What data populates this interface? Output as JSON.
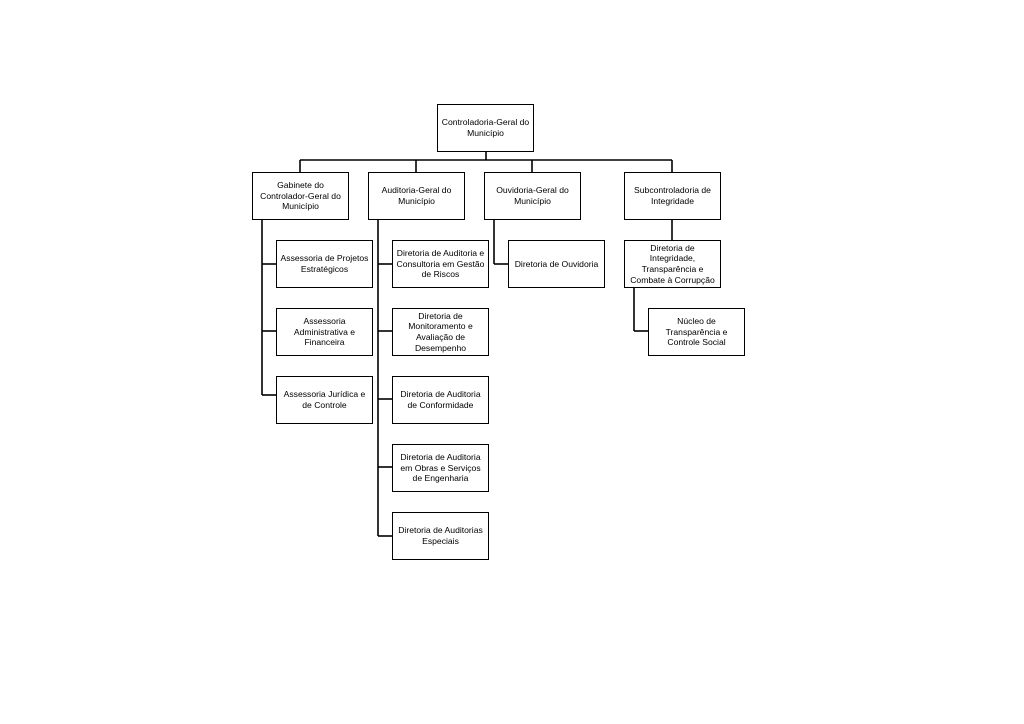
{
  "org": {
    "root": "Controladoria-Geral do Município",
    "gabinete": "Gabinete do Controlador-Geral do Município",
    "auditoria": "Auditoria-Geral do Município",
    "ouvidoria": "Ouvidoria-Geral do Município",
    "subcontroladoria": "Subcontroladoria de Integridade",
    "gab_children": [
      "Assessoria de Projetos Estratégicos",
      "Assessoria Administrativa e Financeira",
      "Assessoria Jurídica e de Controle"
    ],
    "aud_children": [
      "Diretoria de Auditoria e Consultoria em Gestão de Riscos",
      "Diretoria de Monitoramento e Avaliação de Desempenho",
      "Diretoria de Auditoria de Conformidade",
      "Diretoria de Auditoria em Obras e Serviços de Engenharia",
      "Diretoria de Auditorias Especiais"
    ],
    "ouv_children": [
      "Diretoria de Ouvidoria"
    ],
    "sub_children": [
      "Diretoria de Integridade, Transparência e Combate à Corrupção"
    ],
    "sub_grandchildren": [
      "Núcleo de Transparência e Controle Social"
    ]
  }
}
